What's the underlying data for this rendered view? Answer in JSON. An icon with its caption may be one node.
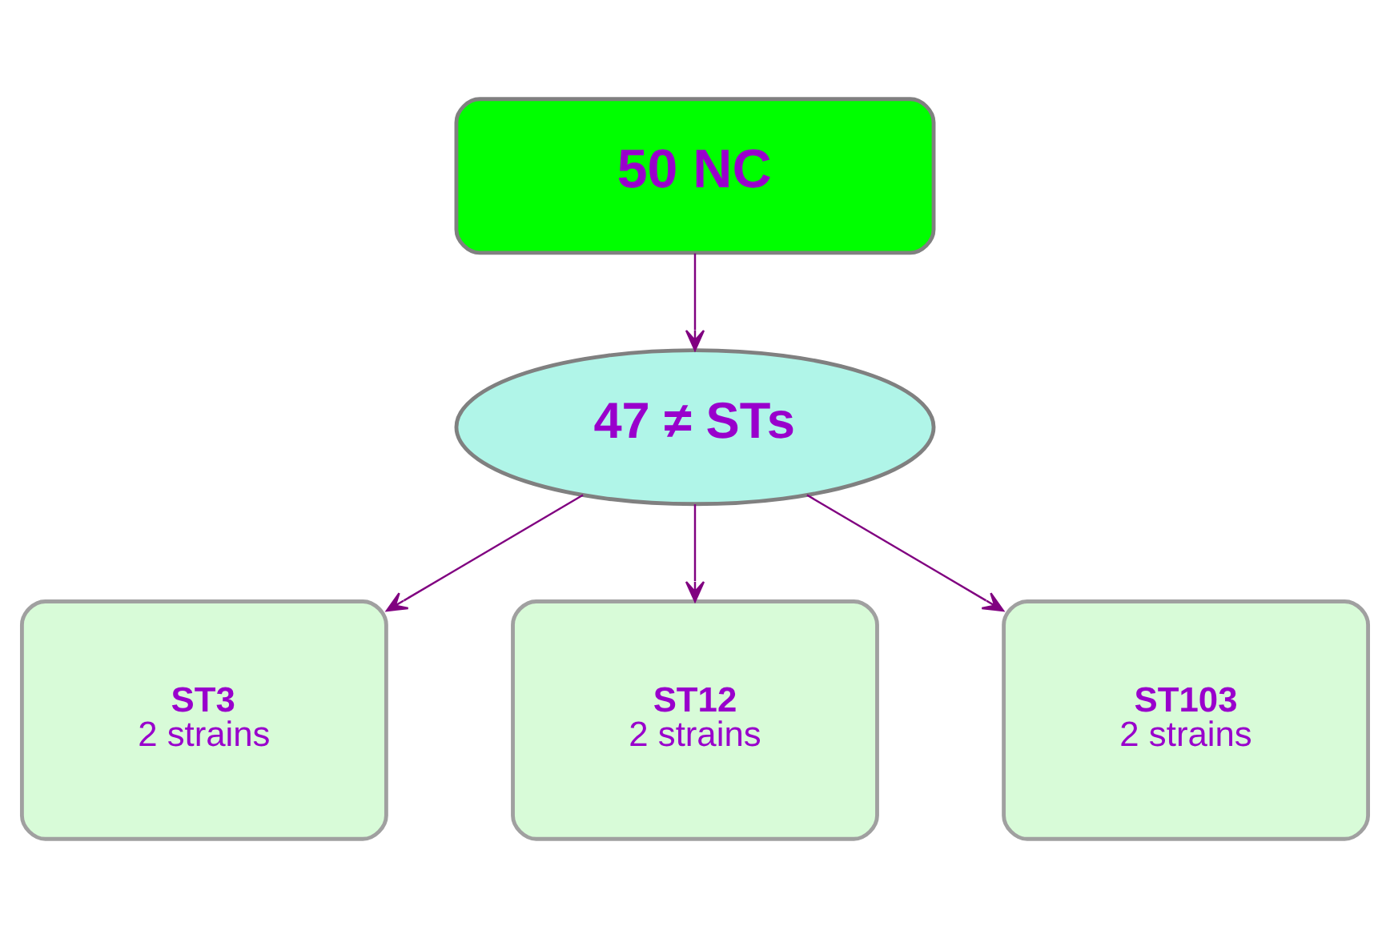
{
  "diagram": {
    "nodes": [
      {
        "text": [
          "50 NC"
        ]
      },
      {
        "text": [
          "47 ≠ STs"
        ]
      },
      {
        "text": [
          "ST3",
          "2 strains"
        ]
      },
      {
        "text": [
          "ST12",
          "2 strains"
        ]
      },
      {
        "text": [
          "ST103",
          "2 strains"
        ]
      }
    ],
    "edges": [
      {
        "from": 0,
        "to": 1,
        "arrow": "to"
      },
      {
        "from": 1,
        "to": 2,
        "arrow": "to"
      },
      {
        "from": 1,
        "to": 3,
        "arrow": "to"
      },
      {
        "from": 1,
        "to": 4,
        "arrow": "to"
      }
    ]
  }
}
